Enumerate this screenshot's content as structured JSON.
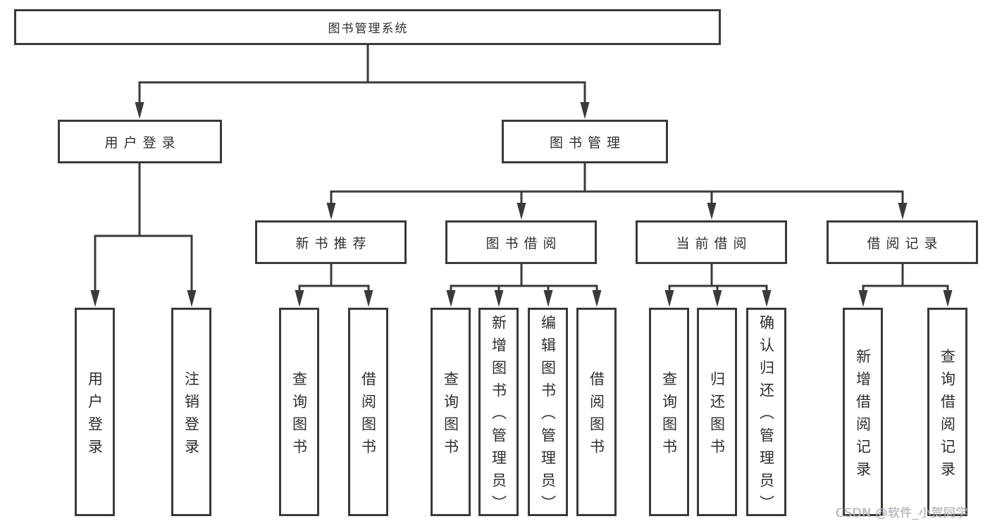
{
  "colors": {
    "line": "#3a3a3a",
    "text": "#2e2e2e",
    "watermark": "#b4b7ba",
    "background": "#ffffff"
  },
  "root": {
    "label": "图书管理系统"
  },
  "branches": [
    {
      "label": "用户登录",
      "children": [
        {
          "label": "用户登录"
        },
        {
          "label": "注销登录"
        }
      ]
    },
    {
      "label": "图书管理",
      "children": [
        {
          "label": "新书推荐",
          "children": [
            {
              "label": "查询图书"
            },
            {
              "label": "借阅图书"
            }
          ]
        },
        {
          "label": "图书借阅",
          "children": [
            {
              "label": "查询图书"
            },
            {
              "label": "新增图书（管理员）"
            },
            {
              "label": "编辑图书（管理员）"
            },
            {
              "label": "借阅图书"
            }
          ]
        },
        {
          "label": "当前借阅",
          "children": [
            {
              "label": "查询图书"
            },
            {
              "label": "归还图书"
            },
            {
              "label": "确认归还（管理员）"
            }
          ]
        },
        {
          "label": "借阅记录",
          "children": [
            {
              "label": "新增借阅记录"
            },
            {
              "label": "查询借阅记录"
            }
          ]
        }
      ]
    }
  ],
  "watermark": "CSDN @软件_小贺同学"
}
